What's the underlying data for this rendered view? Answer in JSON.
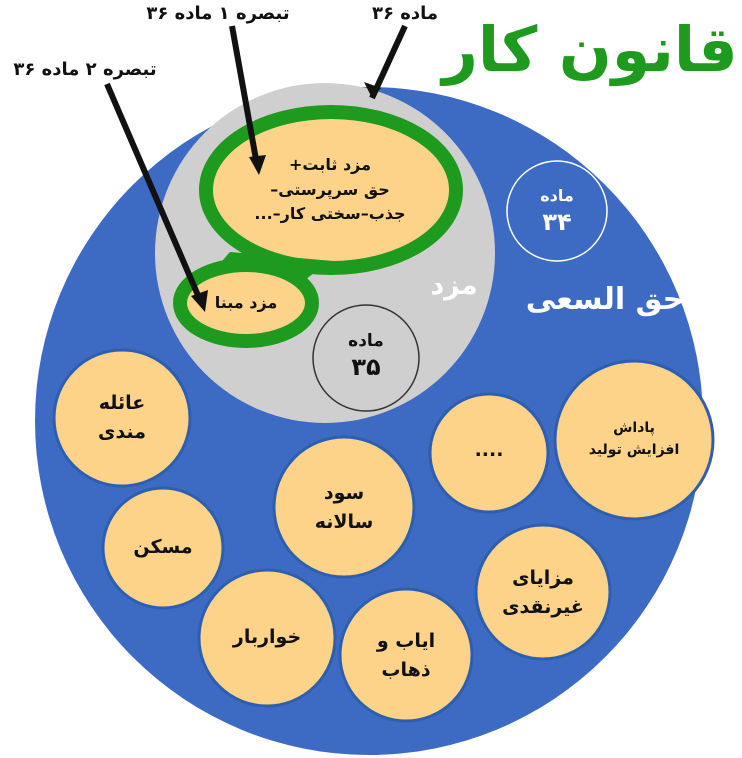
{
  "title": "قانون کار",
  "labels": {
    "article36": "ماده ۳۶",
    "note1": "تبصره ۱ ماده ۳۶",
    "note2": "تبصره ۲ ماده ۳۶"
  },
  "haghossa": {
    "label": "حق السعی",
    "article_word": "ماده",
    "article_num": "۳۴"
  },
  "mozd": {
    "label": "مزد",
    "article_word": "ماده",
    "article_num": "۳۵"
  },
  "fixed_wage": {
    "line1": "مزد ثابت+",
    "line2": "حق سرپرستی–",
    "line3": "جذب–سختی کار–..."
  },
  "base_wage": "مزد مبنا",
  "benefits": {
    "family": {
      "line1": "عائله",
      "line2": "مندی"
    },
    "housing": "مسکن",
    "groceries": "خواربار",
    "commute": {
      "line1": "ایاب و",
      "line2": "ذهاب"
    },
    "annual_profit": {
      "line1": "سود",
      "line2": "سالانه"
    },
    "non_cash": {
      "line1": "مزایای",
      "line2": "غیرنقدی"
    },
    "more": "....",
    "productivity_bonus": {
      "line1": "پاداش",
      "line2": "افزایش تولید"
    }
  },
  "colors": {
    "outer_circle": "#3d6bc4",
    "gray_circle": "#cfcfcf",
    "bubble_fill": "#fdd38a",
    "bubble_stroke": "#2d5fae",
    "green_outline": "#1e9a1e",
    "title_green": "#1e9a1e"
  }
}
